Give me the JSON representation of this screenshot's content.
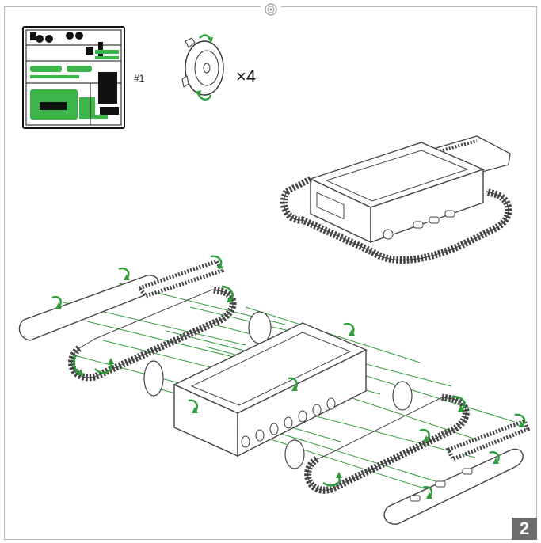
{
  "sprue_sheet": {
    "label": "#1",
    "highlight_color": "#3bb54a"
  },
  "part": {
    "icon": "wheel-with-rotation-arrows",
    "quantity": "×4"
  },
  "step": {
    "number": "2"
  },
  "colors": {
    "arrow_green": "#2f9e3a",
    "line_gray": "#555555",
    "frame_gray": "#b9b9b9",
    "badge_gray": "#6d6d6d"
  }
}
